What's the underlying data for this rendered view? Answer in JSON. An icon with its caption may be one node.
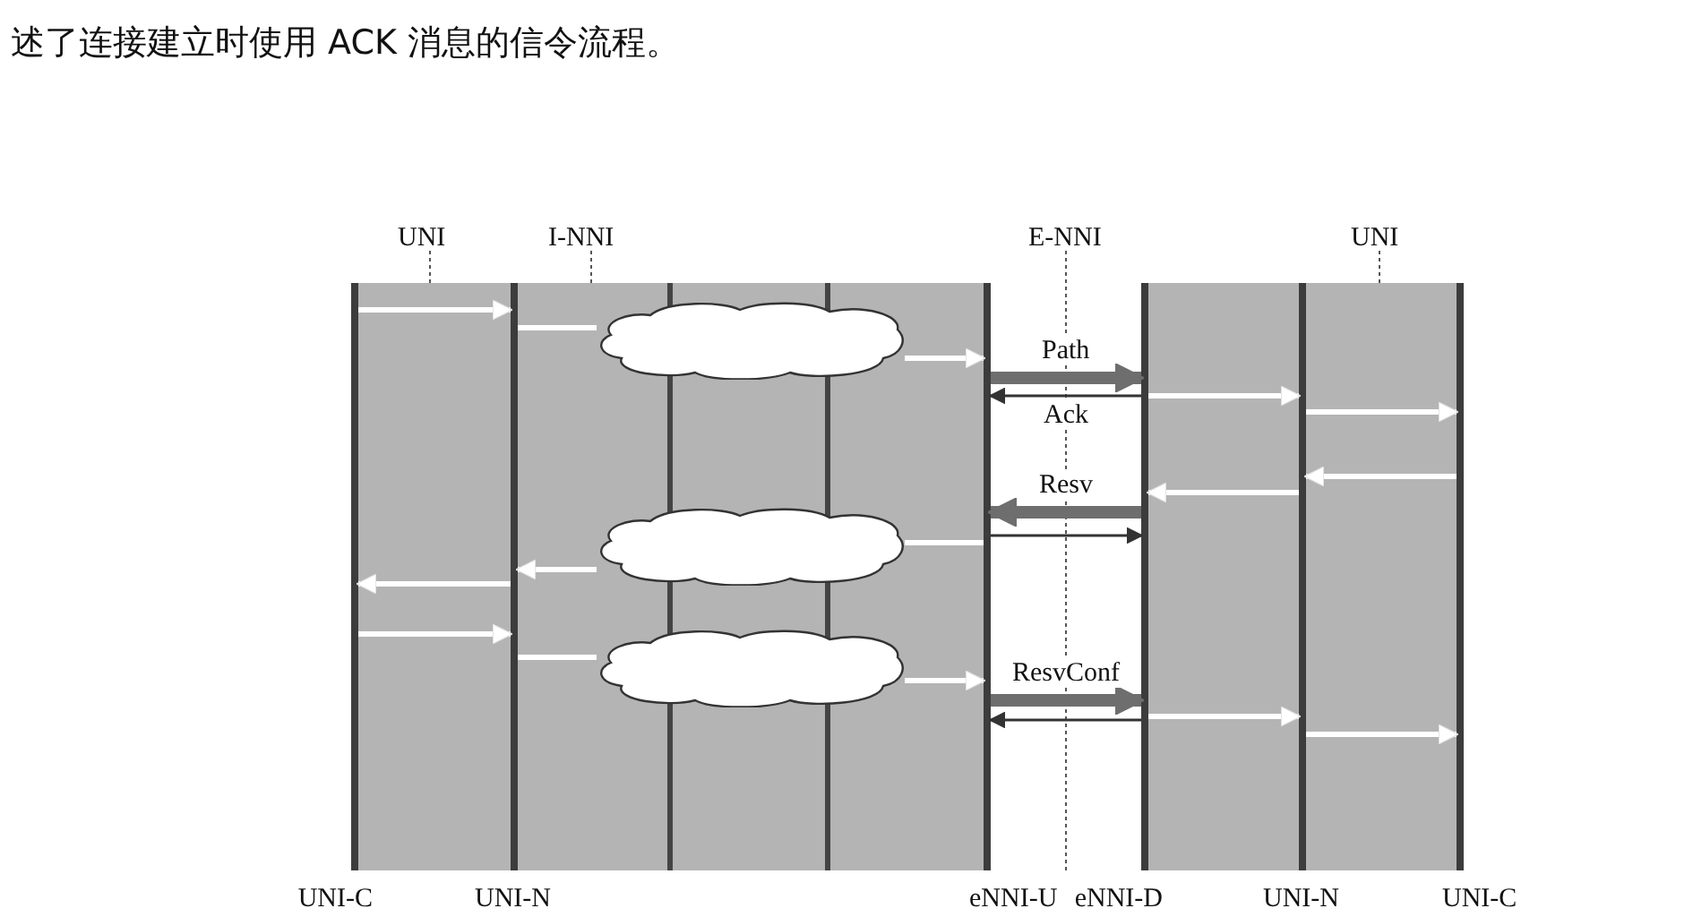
{
  "diagram": {
    "nodes": [
      {
        "text": [
          "UNI-C"
        ]
      },
      {
        "text": [
          "UNI-N"
        ]
      },
      {
        "text": [
          "eNNI-U"
        ]
      },
      {
        "text": [
          "eNNI-D"
        ]
      },
      {
        "text": [
          "UNI-N"
        ]
      },
      {
        "text": [
          "UNI-C"
        ]
      },
      {
        "text": [],
        "shape": "cloud"
      },
      {
        "text": [],
        "shape": "cloud"
      },
      {
        "text": [],
        "shape": "cloud"
      }
    ],
    "edges": [
      {
        "from": 0,
        "to": 1,
        "arrow": "to"
      },
      {
        "from": 1,
        "to": 6,
        "arrow": "none"
      },
      {
        "from": 6,
        "to": 2,
        "arrow": "to"
      },
      {
        "from": 2,
        "to": 3,
        "arrow": "to",
        "label": "Path",
        "style": "thick",
        "color": "#6e6e6e"
      },
      {
        "from": 3,
        "to": 2,
        "arrow": "to",
        "label": "Ack",
        "color": "#333333"
      },
      {
        "from": 3,
        "to": 4,
        "arrow": "to"
      },
      {
        "from": 4,
        "to": 5,
        "arrow": "to"
      },
      {
        "from": 5,
        "to": 4,
        "arrow": "to"
      },
      {
        "from": 4,
        "to": 3,
        "arrow": "to"
      },
      {
        "from": 3,
        "to": 2,
        "arrow": "to",
        "label": "Resv",
        "style": "thick",
        "color": "#6e6e6e"
      },
      {
        "from": 2,
        "to": 3,
        "arrow": "to",
        "color": "#333333"
      },
      {
        "from": 2,
        "to": 7,
        "arrow": "none"
      },
      {
        "from": 7,
        "to": 1,
        "arrow": "to"
      },
      {
        "from": 1,
        "to": 0,
        "arrow": "to"
      },
      {
        "from": 0,
        "to": 1,
        "arrow": "to"
      },
      {
        "from": 1,
        "to": 8,
        "arrow": "none"
      },
      {
        "from": 8,
        "to": 2,
        "arrow": "to"
      },
      {
        "from": 2,
        "to": 3,
        "arrow": "to",
        "label": "ResvConf",
        "style": "thick",
        "color": "#6e6e6e"
      },
      {
        "from": 3,
        "to": 2,
        "arrow": "to",
        "color": "#333333"
      },
      {
        "from": 3,
        "to": 4,
        "arrow": "to"
      },
      {
        "from": 4,
        "to": 5,
        "arrow": "to"
      }
    ],
    "labels": [
      "述了连接建立时使用 ACK 消息的信令流程。",
      "UNI",
      "I-NNI",
      "E-NNI",
      "UNI"
    ]
  }
}
